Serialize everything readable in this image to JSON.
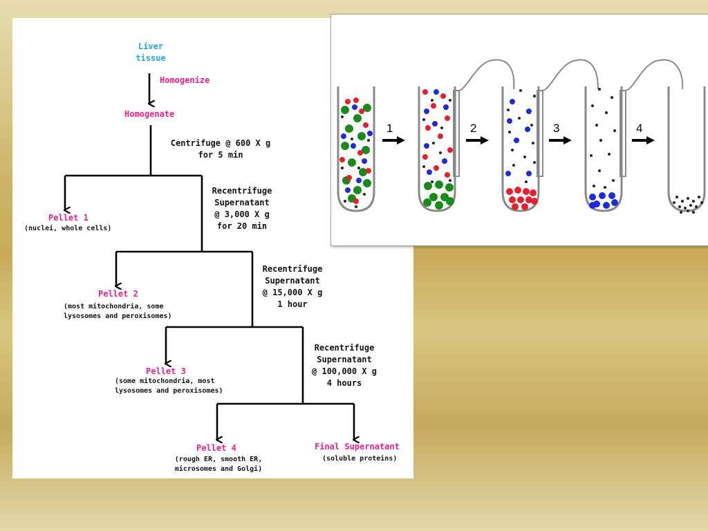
{
  "flowchart": {
    "start": "Liver\ntissue",
    "step_homogenize": "Homogenize",
    "homogenate": "Homogenate",
    "centrifuge_1": "Centrifuge @ 600 X g\nfor  5 min",
    "pellet_1": "Pellet 1",
    "pellet_1_desc": "(nuclei, whole cells)",
    "centrifuge_2": "Recentrifuge\nSupernatant\n@ 3,000 X g\nfor 20 min",
    "pellet_2": "Pellet 2",
    "pellet_2_desc": "(most mitochondria, some\nlysosomes and peroxisomes)",
    "centrifuge_3": "Recentrifuge\nSupernatant\n@ 15,000 X g\n1 hour",
    "pellet_3": "Pellet 3",
    "pellet_3_desc": "(some mitochondria, most\nlysosomes and peroxisomes)",
    "centrifuge_4": "Recentrifuge\nSupernatant\n@ 100,000 X g\n4 hours",
    "pellet_4": "Pellet 4",
    "pellet_4_desc": "(rough ER, smooth ER,\nmicrosomes and Golgi)",
    "final_supernatant": "Final Supernatant",
    "final_supernatant_desc": "(soluble proteins)"
  },
  "tubes": {
    "step_labels": [
      "1",
      "2",
      "3",
      "4"
    ]
  },
  "colors": {
    "label_start": "#22a6d6",
    "label_pellet": "#e0218a",
    "particle_green": "#1a8a1a",
    "particle_red": "#e81e2a",
    "particle_blue": "#1e2ad8",
    "particle_black": "#222222"
  }
}
